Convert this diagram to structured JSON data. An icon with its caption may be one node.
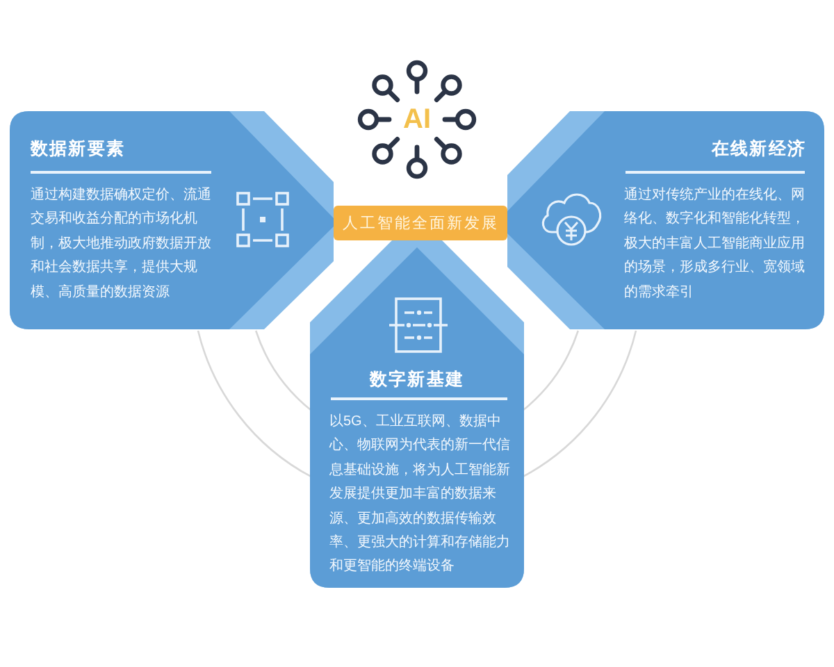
{
  "diagram": {
    "nodes": [
      {
        "text": [
          "AI"
        ]
      },
      {
        "text": [
          "数据新要素",
          "通过构建数据确权定价、流通交易和收益分配的市场化机制，极大地推动政府数据开放和社会数据共享，提供大规模、高质量的数据资源"
        ]
      },
      {
        "text": [
          "在线新经济",
          "通过对传统产业的在线化、网络化、数字化和智能化转型，极大的丰富人工智能商业应用的场景，形成多行业、宽领域的需求牵引"
        ]
      },
      {
        "text": [
          "人工智能全面新发展"
        ]
      },
      {
        "text": [
          "数字新基建",
          "以5G、工业互联网、数据中心、物联网为代表的新一代信息基础设施，将为人工智能新发展提供更加丰富的数据来源、更加高效的数据传输效率、更强大的计算和存储能力和更智能的终端设备"
        ]
      }
    ]
  }
}
